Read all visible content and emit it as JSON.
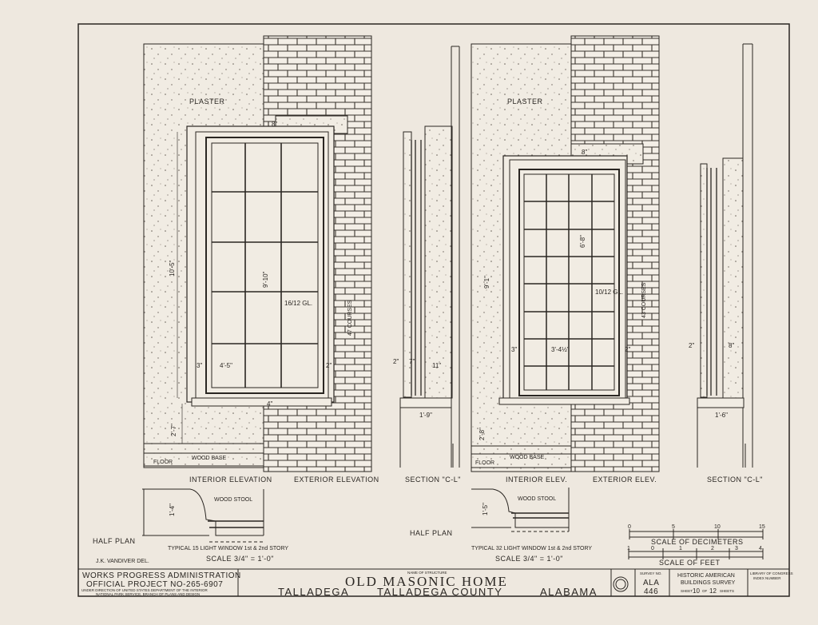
{
  "drawing": {
    "left": {
      "plaster_label": "PLASTER",
      "dims": {
        "head": "8\"",
        "height_total": "10'-5\"",
        "sash_height": "9'-10\"",
        "glass": "16/12 GL.",
        "width": "4'-5\"",
        "jamb_left": "3\"",
        "jamb_right": "2\"",
        "sill": "4\"",
        "base": "2'-7\"",
        "wall": "1'-9\"",
        "sec_a": "2\"",
        "sec_b": "7\"",
        "sec_c": "11\""
      },
      "course_label": "47 COURSES",
      "floor_label": "FLOOR",
      "wood_base_label": "WOOD BASE",
      "interior_label": "INTERIOR ELEVATION",
      "exterior_label": "EXTERIOR ELEVATION",
      "section_label": "SECTION \"C-L\"",
      "plan_label": "HALF PLAN",
      "stool_label": "WOOD STOOL",
      "plan_dim": "1'-4\"",
      "caption": "TYPICAL 15 LIGHT WINDOW 1st & 2nd STORY",
      "scale": "SCALE 3/4\" = 1'-0\""
    },
    "right": {
      "plaster_label": "PLASTER",
      "dims": {
        "head": "8\"",
        "height_total": "9'-1\"",
        "sash_height": "6'-8\"",
        "glass": "10/12 GL.",
        "width": "3'-4½\"",
        "jamb_left": "3\"",
        "jamb_right": "2\"",
        "base": "2'-8\"",
        "wall": "1'-6\"",
        "sec_a": "2\"",
        "sec_b": "8\""
      },
      "course_label": "43 COURSES",
      "floor_label": "FLOOR",
      "wood_base_label": "WOOD BASE",
      "interior_label": "INTERIOR ELEV.",
      "exterior_label": "EXTERIOR ELEV.",
      "section_label": "SECTION \"C-L\"",
      "plan_label": "HALF PLAN",
      "stool_label": "WOOD STOOL",
      "plan_dim": "1'-5\"",
      "caption": "TYPICAL 32 LIGHT WINDOW 1st & 2nd STORY",
      "scale": "SCALE 3/4\" = 1'-0\""
    },
    "scales": {
      "decimeters": {
        "ticks": [
          "0",
          "5",
          "10",
          "15"
        ],
        "label": "SCALE OF DECIMETERS"
      },
      "feet": {
        "ticks": [
          "1",
          "0",
          "1",
          "2",
          "3",
          "4"
        ],
        "label": "SCALE OF FEET"
      }
    },
    "delineator": "J.K. VANDIVER  DEL."
  },
  "title_block": {
    "agency": "WORKS PROGRESS ADMINISTRATION",
    "project": "OFFICIAL PROJECT NO-265-6907",
    "direction_1": "UNDER DIRECTION OF UNITED STATES DEPARTMENT OF THE INTERIOR",
    "direction_2": "NATIONAL PARK SERVICE, BRANCH OF PLANS AND DESIGN",
    "name_caption": "NAME OF STRUCTURE",
    "structure_name": "OLD MASONIC HOME",
    "city": "TALLADEGA",
    "county": "TALLADEGA COUNTY",
    "state": "ALABAMA",
    "survey_caption": "SURVEY NO.",
    "survey_state": "ALA",
    "survey_number": "446",
    "survey_name_1": "HISTORIC AMERICAN",
    "survey_name_2": "BUILDINGS SURVEY",
    "sheet_prefix": "SHEET",
    "sheet_number": "10",
    "sheet_of": "OF",
    "sheet_total": "12",
    "sheet_suffix": "SHEETS",
    "library_1": "LIBRARY OF CONGRESS",
    "library_2": "INDEX NUMBER"
  }
}
